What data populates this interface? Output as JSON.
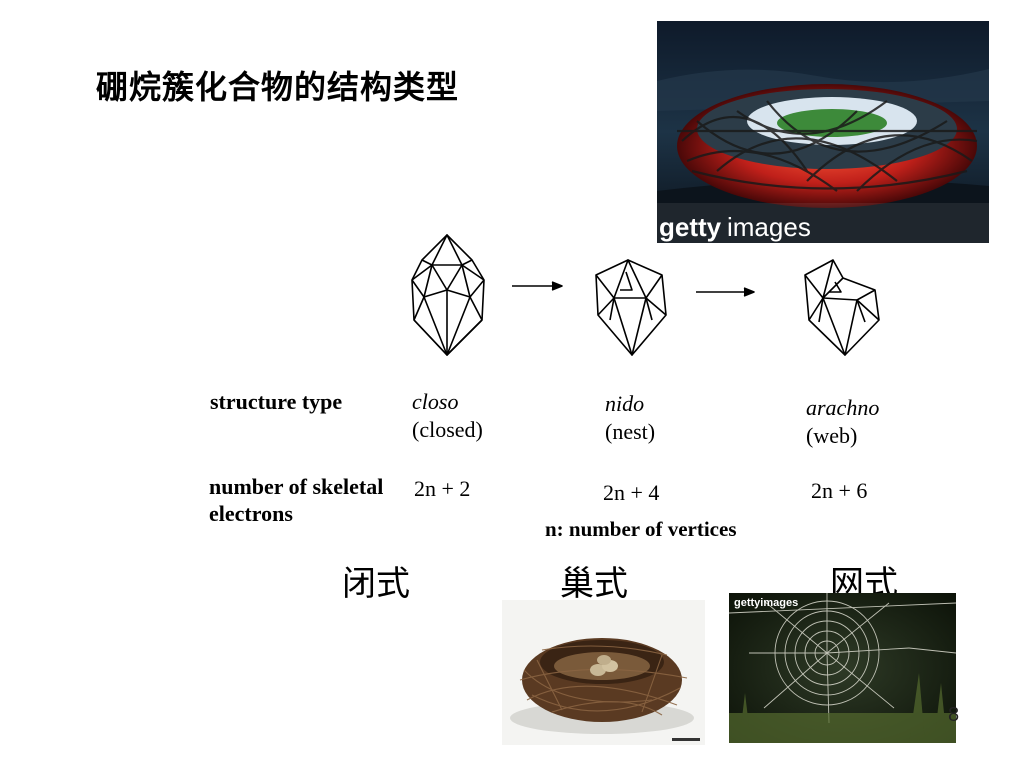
{
  "slide": {
    "title": "硼烷簇化合物的结构类型",
    "page_number": "8"
  },
  "table": {
    "row1_label": "structure type",
    "row2_label_line1": "number of skeletal",
    "row2_label_line2": "electrons",
    "columns": [
      {
        "name": "closo",
        "gloss": "(closed)",
        "electrons": "2n + 2",
        "chinese": "闭式"
      },
      {
        "name": "nido",
        "gloss": "(nest)",
        "electrons": "2n + 4",
        "chinese": "巢式"
      },
      {
        "name": "arachno",
        "gloss": "(web)",
        "electrons": "2n + 6",
        "chinese": "网式"
      }
    ],
    "footnote": "n: number of vertices"
  },
  "photos": {
    "stadium_watermark_bold": "getty",
    "stadium_watermark_light": "images",
    "web_watermark": "gettyimages"
  }
}
